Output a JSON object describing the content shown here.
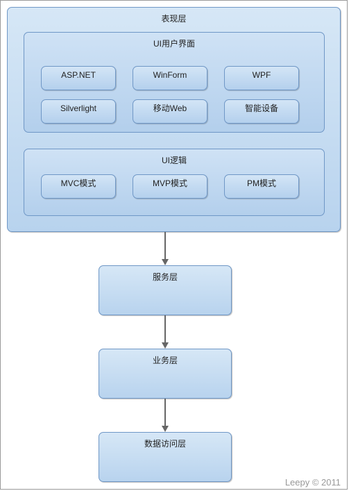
{
  "presentation": {
    "title": "表现层",
    "ui_interface": {
      "title": "UI用户界面",
      "items": [
        "ASP.NET",
        "WinForm",
        "WPF",
        "Silverlight",
        "移动Web",
        "智能设备"
      ]
    },
    "ui_logic": {
      "title": "UI逻辑",
      "items": [
        "MVC模式",
        "MVP模式",
        "PM模式"
      ]
    }
  },
  "service": {
    "title": "服务层"
  },
  "business": {
    "title": "业务层"
  },
  "data_access": {
    "title": "数据访问层"
  },
  "watermark": "Leepy © 2011",
  "colors": {
    "box_border": "#6f97c6",
    "box_fill_top": "#d6e7f6",
    "box_fill_bottom": "#b8d3ee",
    "arrow": "#666666"
  }
}
